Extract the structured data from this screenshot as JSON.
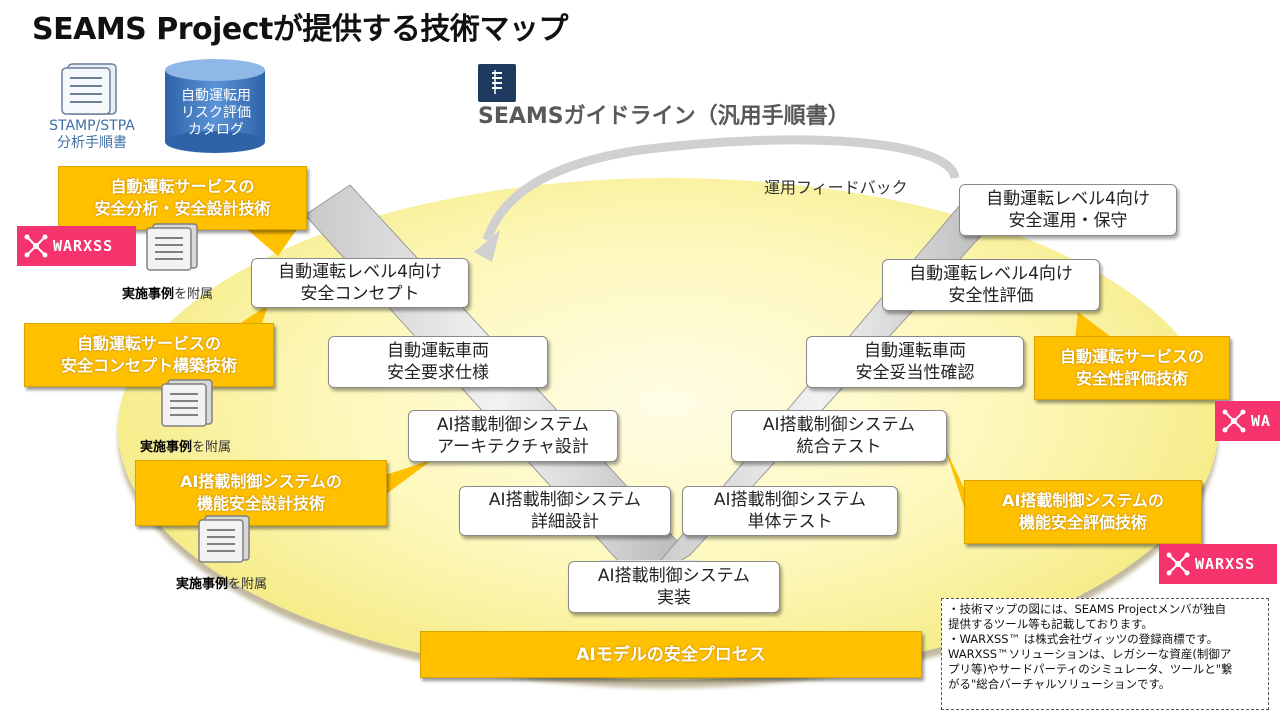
{
  "title": "SEAMS Projectが提供する技術マップ",
  "top_docs": {
    "stamp_caption": [
      "STAMP/STPA",
      "分析手順書"
    ],
    "catalog_lines": [
      "自動運転用",
      "リスク評価",
      "カタログ"
    ]
  },
  "guideline": "SEAMSガイドライン（汎用手順書）",
  "feedback_label": "運用フィードバック",
  "v_boxes": {
    "concept": [
      "自動運転レベル4向け",
      "安全コンセプト"
    ],
    "requirement": [
      "自動運転車両",
      "安全要求仕様"
    ],
    "architecture": [
      "AI搭載制御システム",
      "アーキテクチャ設計"
    ],
    "detail": [
      "AI搭載制御システム",
      "詳細設計"
    ],
    "impl": [
      "AI搭載制御システム",
      "実装"
    ],
    "unit_test": [
      "AI搭載制御システム",
      "単体テスト"
    ],
    "integration": [
      "AI搭載制御システム",
      "統合テスト"
    ],
    "validity": [
      "自動運転車両",
      "安全妥当性確認"
    ],
    "safety_eval": [
      "自動運転レベル4向け",
      "安全性評価"
    ],
    "operation": [
      "自動運転レベル4向け",
      "安全運用・保守"
    ]
  },
  "callouts": {
    "service_design": [
      "自動運転サービスの",
      "安全分析・安全設計技術"
    ],
    "service_concept": [
      "自動運転サービスの",
      "安全コンセプト構築技術"
    ],
    "ai_func_design": [
      "AI搭載制御システムの",
      "機能安全設計技術"
    ],
    "service_eval": [
      "自動運転サービスの",
      "安全性評価技術"
    ],
    "ai_func_eval": [
      "AI搭載制御システムの",
      "機能安全評価技術"
    ]
  },
  "ai_model_process": "AIモデルの安全プロセス",
  "example_caption": {
    "bold": "実施事例",
    "rest": "を附属"
  },
  "warxss_label": "WARXSS",
  "warxss_cut_label": "WA",
  "note_lines": [
    "・技術マップの図には、SEAMS Projectメンバが独自",
    "提供するツール等も記載しております。",
    "・WARXSS™ は株式会社ヴィッツの登録商標です。",
    "WARXSS™ソリューションは、レガシーな資産(制御ア",
    "プリ等)やサードパーティのシミュレータ、ツールと\"繋",
    "がる\"総合バーチャルソリューションです。"
  ],
  "colors": {
    "gold": "#ffc000",
    "warxss_pink": "#f5336c",
    "ellipse_yellow": "#fdf7b8",
    "book_navy": "#1f3a5f"
  },
  "icons": [
    "scroll-document-icon",
    "database-cylinder-icon",
    "book-icon",
    "molecule-icon",
    "feedback-arrow-icon"
  ]
}
